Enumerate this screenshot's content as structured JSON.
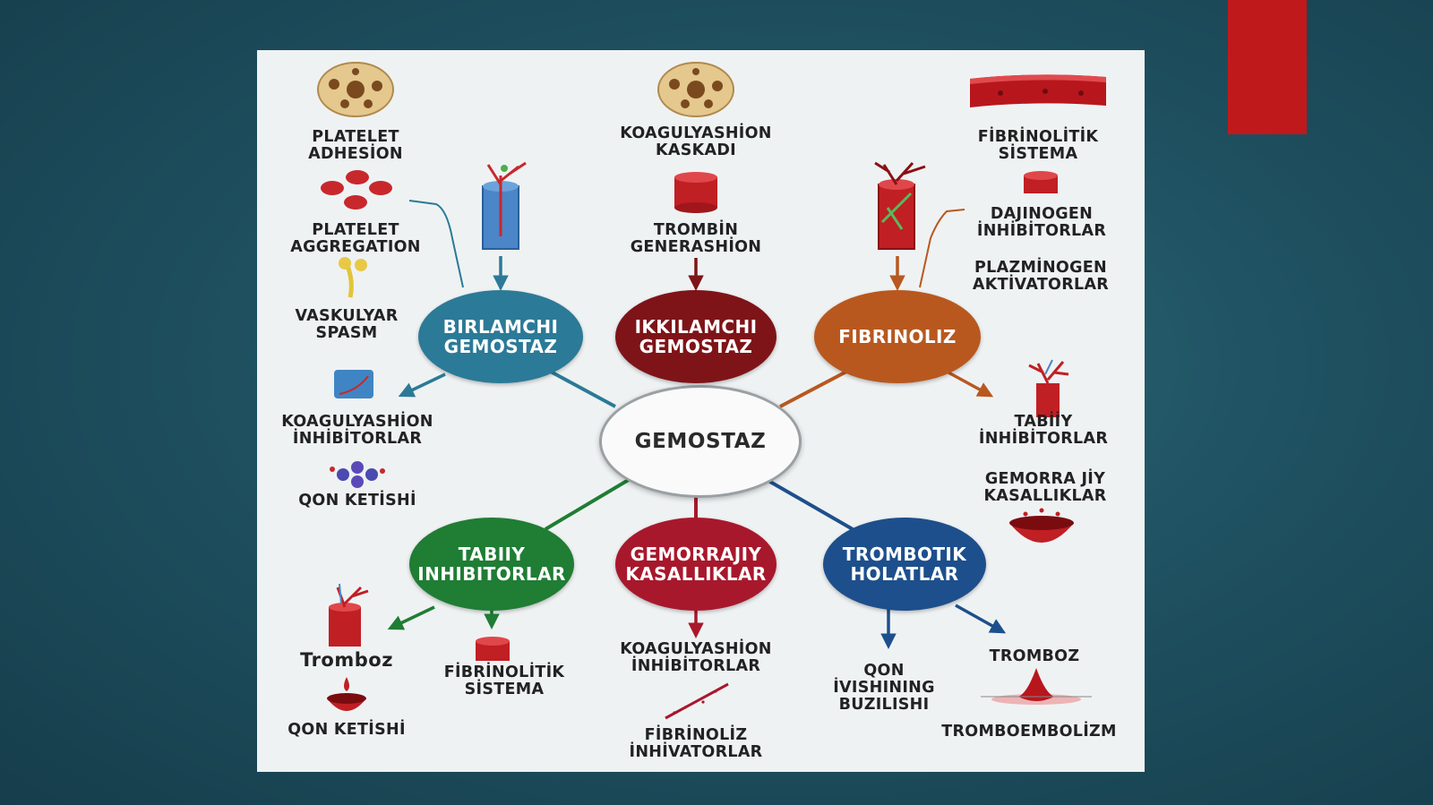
{
  "colors": {
    "accent": "#c0191c",
    "primary": "#2b7a97",
    "secondary": "#7e1418",
    "fibrinolysis": "#b8581f",
    "natural": "#1f7d34",
    "hemorrhagic": "#a8182c",
    "thrombotic": "#1d4f8c"
  },
  "center": {
    "label": "GEMOSTAZ"
  },
  "nodes": {
    "primary": "BIRLAMCHI\nGEMOSTAZ",
    "secondary": "IKKILAMCHI\nGEMOSTAZ",
    "fibrinolysis": "FIBRINOLIZ",
    "natural": "TABIIY\nINHIBITORLAR",
    "hemorrhagic": "GEMORRAJIY\nKASALLIKLAR",
    "thrombotic": "TROMBOTIK\nHOLATLAR"
  },
  "labels": {
    "platelet_adhesion": "PLATELET\nADHESİON",
    "platelet_aggregation": "PLATELET\nAGGREGATION",
    "vascular_spasm": "VASKULYAR\nSPASM",
    "coag_inhibitors_left": "KOAGULYASHİON\nİNHİBİTORLAR",
    "blood_loss_left": "QON KETİSHİ",
    "coag_cascade": "KOAGULYASHİON\nKASKADI",
    "thrombin_generation": "TROMBİN\nGENERASHİON",
    "fibrinolytic_system_top": "FİBRİNOLİTİK\nSİSTEMA",
    "plasminogen_inhibitors": "DAJINOGEN\nİNHİBİTORLAR",
    "plasminogen_activators": "PLAZMİNOGEN\nAKTİVATORLAR",
    "natural_inhibitors_right": "TABİİY\nİNHİBİTORLAR",
    "hemorrhagic_right": "GEMORRA JİY\nKASALLIKLAR",
    "thrombosis": "Tromboz",
    "blood_loss_bottom": "QON KETİSHİ",
    "fibrinolytic_system_bottom": "FİBRİNOLİTİK\nSİSTEMA",
    "coag_inhibitors_bottom": "KOAGULYASHİON\nİNHİBİTORLAR",
    "fibrinolysis_inhibitors": "FİBRİNOLİZ\nİNHİVATORLAR",
    "clotting_disorder": "QON\nİVISHINING\nBUZILISHI",
    "thrombosis_right": "TROMBOZ",
    "thromboembolism": "TROMBOEMBOLİZM"
  },
  "icons": [
    "platelet-cell-icon",
    "red-blood-cells-icon",
    "vessel-spasm-icon",
    "blue-vessel-icon",
    "cell-cluster-icon",
    "coagulation-cell-icon",
    "thrombin-cylinder-icon",
    "blood-vessel-wall-icon",
    "small-cylinder-icon",
    "red-vessel-branch-icon",
    "branching-vessel-icon",
    "blood-bowl-icon",
    "thrombosis-vessel-icon",
    "blood-drop-bowl-icon",
    "cylinder-icon",
    "needle-streak-icon",
    "drop-splash-icon",
    "blue-vessel-branch-icon"
  ]
}
